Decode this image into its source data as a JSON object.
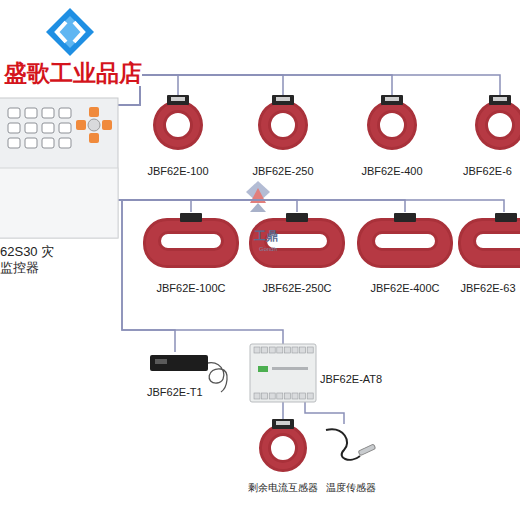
{
  "diagram": {
    "nodes": [
      {
        "text": [
          "62S30 灾监控器"
        ]
      },
      {
        "text": [
          "JBF62E-100"
        ]
      },
      {
        "text": [
          "JBF62E-250"
        ]
      },
      {
        "text": [
          "JBF62E-400"
        ]
      },
      {
        "text": [
          "JBF62E-6"
        ]
      },
      {
        "text": [
          "JBF62E-100C"
        ]
      },
      {
        "text": [
          "JBF62E-250C"
        ]
      },
      {
        "text": [
          "JBF62E-400C"
        ]
      },
      {
        "text": [
          "JBF62E-63"
        ]
      },
      {
        "text": [
          "JBF62E-T1"
        ]
      },
      {
        "text": [
          "JBF62E-AT8"
        ]
      },
      {
        "text": [
          "剩余电流互感器"
        ]
      },
      {
        "text": [
          "温度传感器"
        ]
      }
    ],
    "edges": [
      {
        "from": 0,
        "to": 1,
        "arrow": "none"
      },
      {
        "from": 0,
        "to": 2,
        "arrow": "none"
      },
      {
        "from": 0,
        "to": 3,
        "arrow": "none"
      },
      {
        "from": 0,
        "to": 4,
        "arrow": "none"
      },
      {
        "from": 0,
        "to": 5,
        "arrow": "none"
      },
      {
        "from": 0,
        "to": 6,
        "arrow": "none"
      },
      {
        "from": 0,
        "to": 7,
        "arrow": "none"
      },
      {
        "from": 0,
        "to": 8,
        "arrow": "none"
      },
      {
        "from": 0,
        "to": 9,
        "arrow": "none"
      },
      {
        "from": 0,
        "to": 10,
        "arrow": "none"
      },
      {
        "from": 10,
        "to": 11,
        "arrow": "none"
      },
      {
        "from": 10,
        "to": 12,
        "arrow": "none"
      }
    ],
    "labels": [
      "盛歌工业品店",
      "工鼎",
      "Gondh"
    ]
  }
}
